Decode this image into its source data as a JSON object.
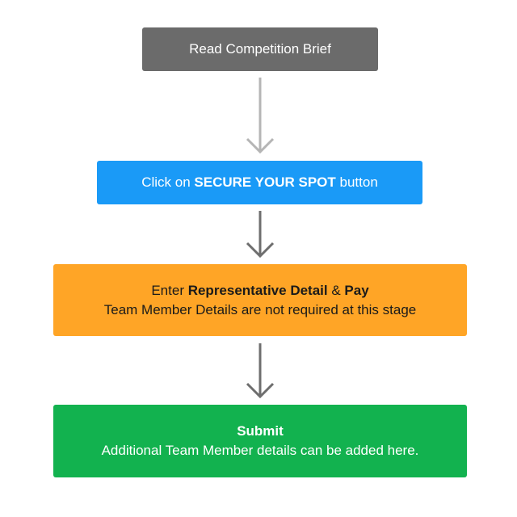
{
  "colors": {
    "step1_bg": "#6b6b6b",
    "step1_text": "#ffffff",
    "step2_bg": "#1a9af7",
    "step2_text": "#ffffff",
    "step3_bg": "#ffa526",
    "step3_text": "#1a1a1a",
    "step4_bg": "#12b24f",
    "step4_text": "#ffffff",
    "arrow_light": "#b5b5b5",
    "arrow_dark": "#6e6e6e"
  },
  "steps": [
    {
      "line1": {
        "text": "Read Competition Brief"
      }
    },
    {
      "line1": {
        "pre": "Click on ",
        "bold": "SECURE YOUR SPOT",
        "post": " button"
      }
    },
    {
      "line1": {
        "pre": "Enter ",
        "bold": "Representative Detail",
        "mid": " & ",
        "bold2": "Pay"
      },
      "line2": {
        "text": "Team Member Details are not required at this stage"
      }
    },
    {
      "line1": {
        "bold": "Submit"
      },
      "line2": {
        "text": "Additional Team Member details can be added here."
      }
    }
  ],
  "arrows": [
    {
      "from": "step-1",
      "to": "step-2",
      "color": "#b5b5b5"
    },
    {
      "from": "step-2",
      "to": "step-3",
      "color": "#6e6e6e"
    },
    {
      "from": "step-3",
      "to": "step-4",
      "color": "#6e6e6e"
    }
  ]
}
